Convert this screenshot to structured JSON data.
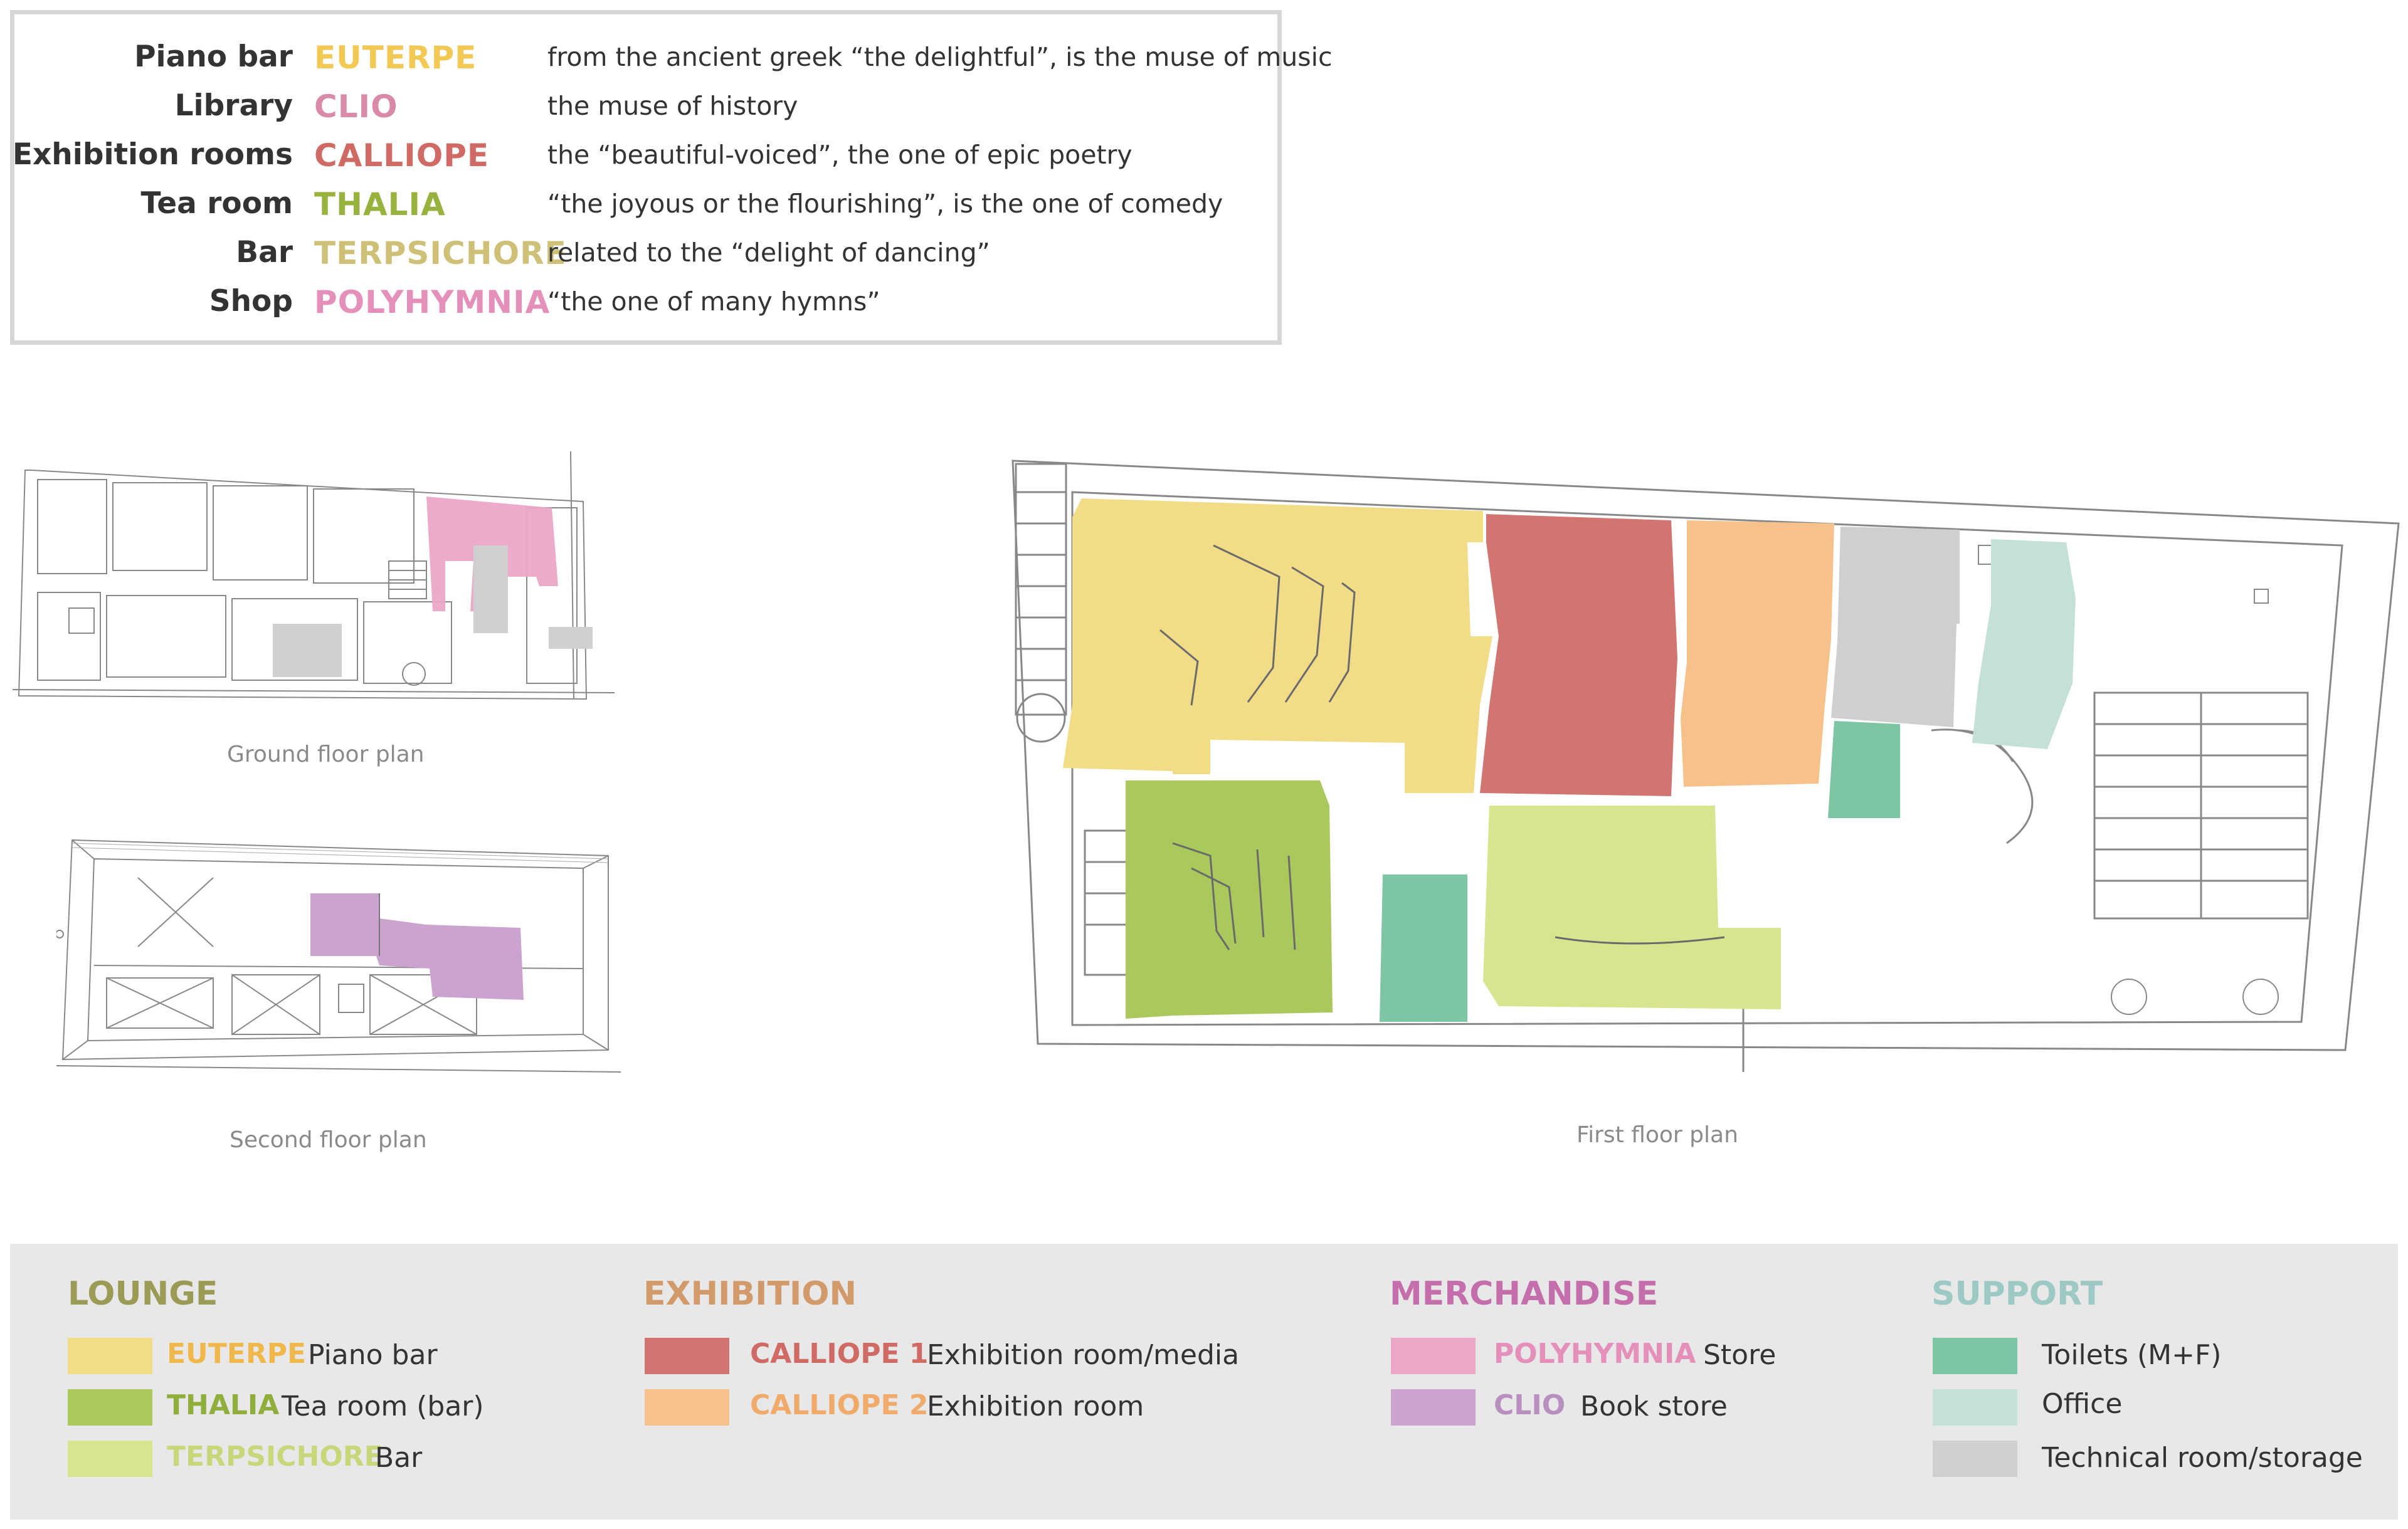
{
  "muses": [
    {
      "room": "Piano bar",
      "name": "EUTERPE",
      "desc": "from the ancient greek “the delightful”, is the muse of music",
      "color": "#f2c955"
    },
    {
      "room": "Library",
      "name": "CLIO",
      "desc": "the muse of history",
      "color": "#d88aa8"
    },
    {
      "room": "Exhibition rooms",
      "name": "CALLIOPE",
      "desc": "the “beautiful-voiced”, the one of epic poetry",
      "color": "#cf6b64"
    },
    {
      "room": "Tea room",
      "name": "THALIA",
      "desc": "“the joyous or the flourishing”, is the one of comedy",
      "color": "#98b33d"
    },
    {
      "room": "Bar",
      "name": "TERPSICHORE",
      "desc": "related to the “delight of dancing”",
      "color": "#cfc078"
    },
    {
      "room": "Shop",
      "name": "POLYHYMNIA",
      "desc": "“the one of many hymns”",
      "color": "#e58fbb"
    }
  ],
  "captions": {
    "ground": "Ground floor plan",
    "second": "Second floor plan",
    "first": "First floor plan"
  },
  "legend": {
    "lounge": {
      "title": "LOUNGE",
      "color": "#9b9b56",
      "items": [
        {
          "name": "EUTERPE",
          "desc": "Piano bar",
          "swatch": "#f3dc87",
          "name_color": "#f0b84a"
        },
        {
          "name": "THALIA",
          "desc": "Tea room (bar)",
          "swatch": "#a9c95c",
          "name_color": "#8fae3c"
        },
        {
          "name": "TERPSICHORE",
          "desc": "Bar",
          "swatch": "#d9e48f",
          "name_color": "#c8d77a"
        }
      ]
    },
    "exhibition": {
      "title": "EXHIBITION",
      "color": "#d29a6a",
      "items": [
        {
          "name": "CALLIOPE 1",
          "desc": "Exhibition room/media",
          "swatch": "#d27570",
          "name_color": "#cf6b64"
        },
        {
          "name": "CALLIOPE 2",
          "desc": "Exhibition room",
          "swatch": "#f6c18a",
          "name_color": "#f0aa6a"
        }
      ]
    },
    "merchandise": {
      "title": "MERCHANDISE",
      "color": "#c46eab",
      "items": [
        {
          "name": "POLYHYMNIA",
          "desc": "Store",
          "swatch": "#eba6c8",
          "name_color": "#e58fbb"
        },
        {
          "name": "CLIO",
          "desc": "Book store",
          "swatch": "#caa3cf",
          "name_color": "#b98fc0"
        }
      ]
    },
    "support": {
      "title": "SUPPORT",
      "color": "#9cc9c4",
      "items": [
        {
          "desc": "Toilets (M+F)",
          "swatch": "#7ec5a4"
        },
        {
          "desc": "Office",
          "swatch": "#c5dfd9"
        },
        {
          "desc": "Technical room/storage",
          "swatch": "#cfcfcf"
        }
      ]
    }
  }
}
